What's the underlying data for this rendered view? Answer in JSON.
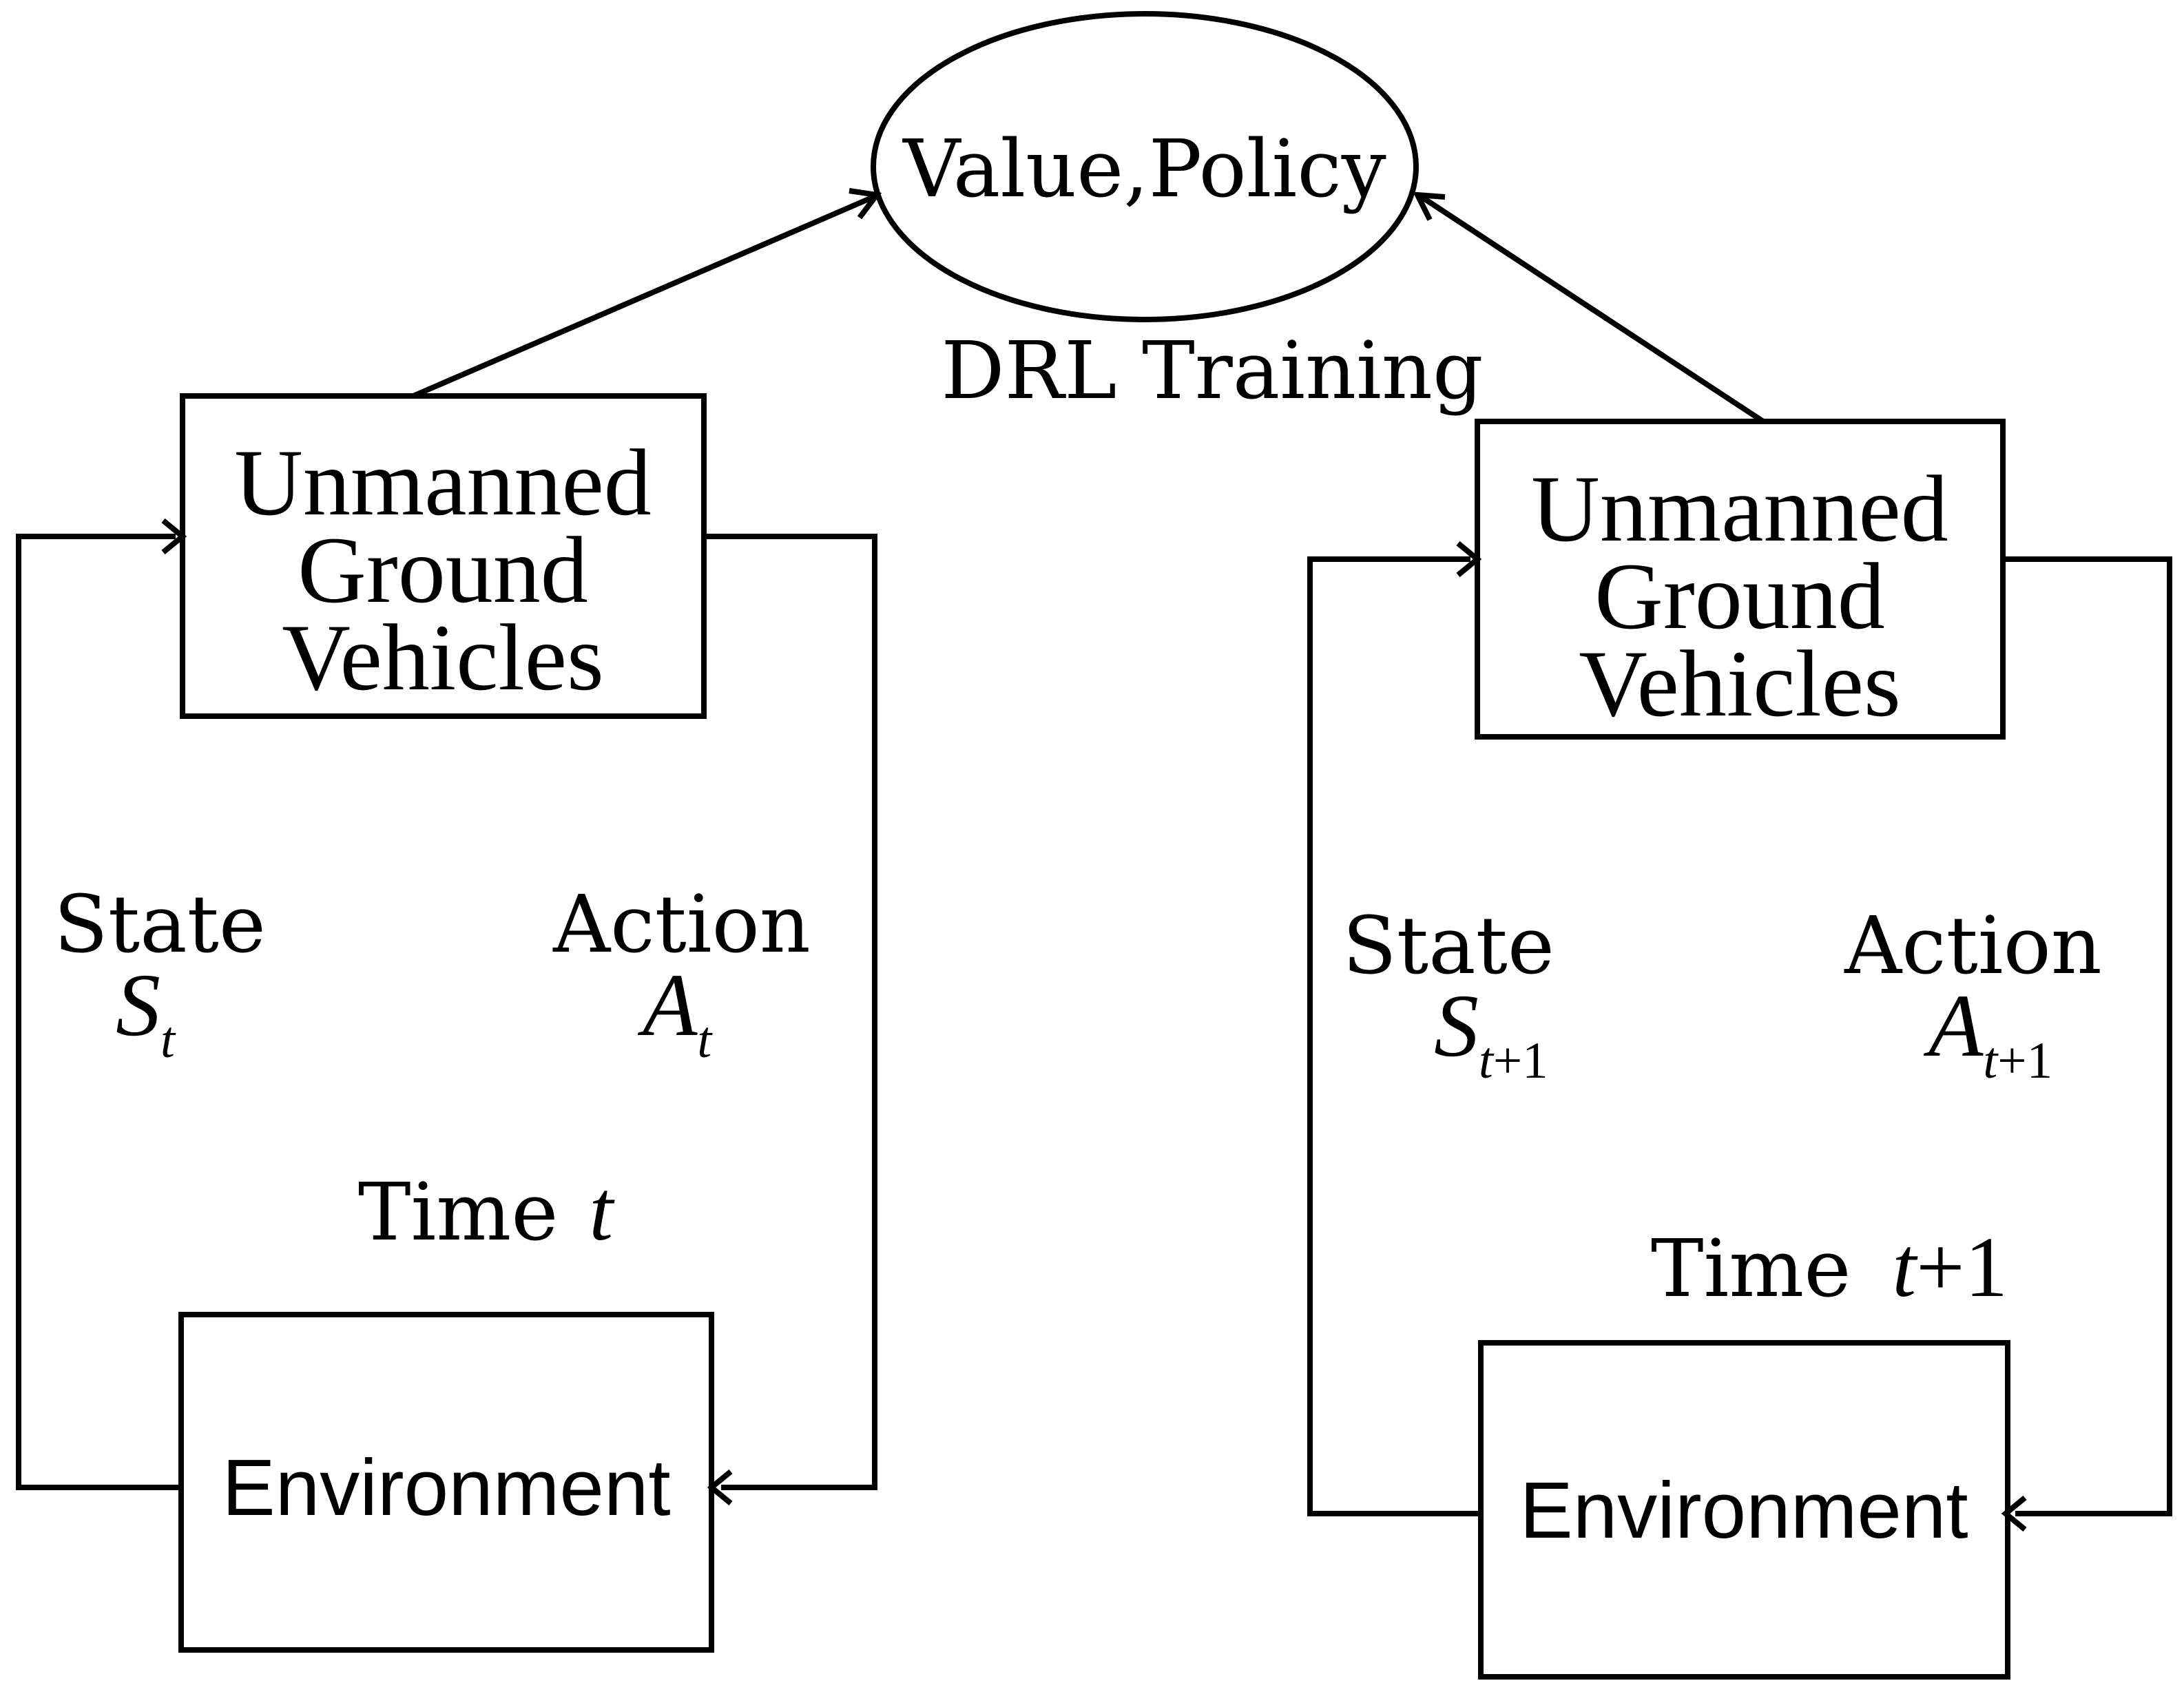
{
  "diagram": {
    "center": {
      "node_label": "Value,Policy",
      "caption": "DRL Training"
    },
    "left": {
      "agent_lines": [
        "Unmanned",
        "Ground",
        "Vehicles"
      ],
      "environment_label": "Environment",
      "state_label": "State",
      "state_symbol": "S",
      "state_subscript": "t",
      "action_label": "Action",
      "action_symbol": "A",
      "action_subscript": "t",
      "time_label": "Time",
      "time_symbol": "t"
    },
    "right": {
      "agent_lines": [
        "Unmanned",
        "Ground",
        "Vehicles"
      ],
      "environment_label": "Environment",
      "state_label": "State",
      "state_symbol": "S",
      "state_subscript_symbol": "t",
      "state_subscript_offset": "+1",
      "action_label": "Action",
      "action_symbol": "A",
      "action_subscript_symbol": "t",
      "action_subscript_offset": "+1",
      "time_label": "Time",
      "time_symbol": "t",
      "time_offset": "+1"
    },
    "colors": {
      "ink": "#000000",
      "background": "#ffffff"
    }
  }
}
